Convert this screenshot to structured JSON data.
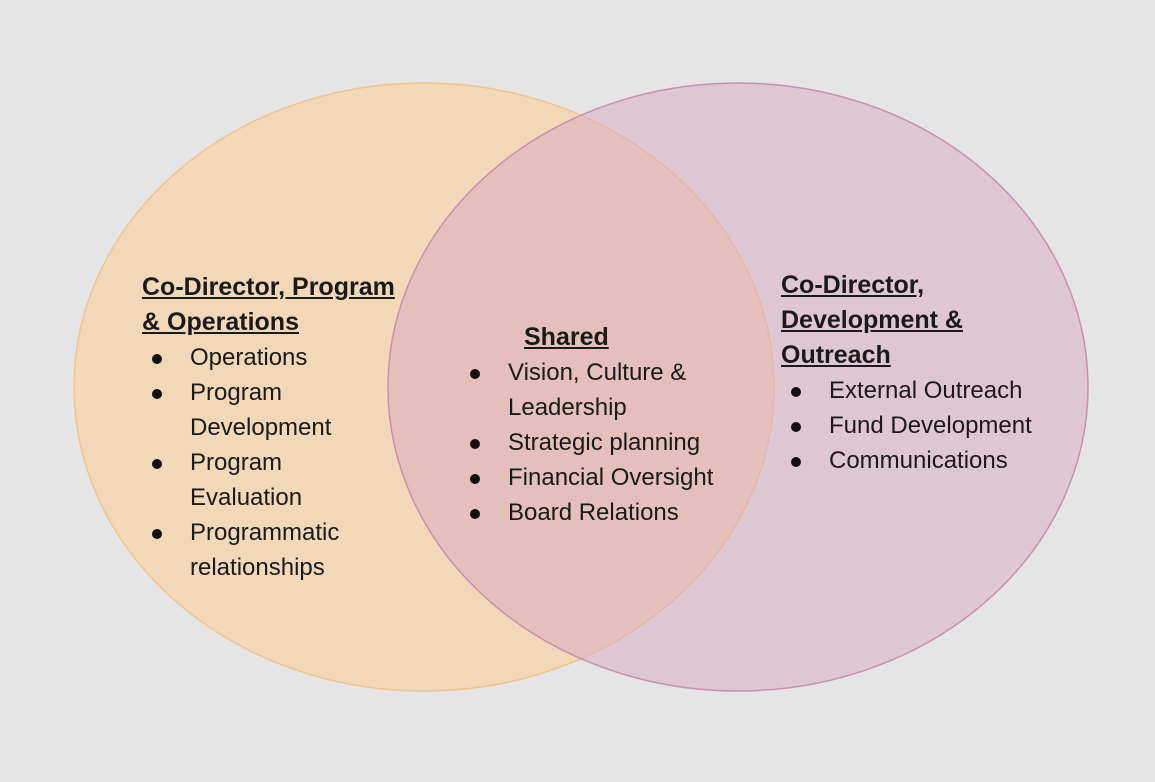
{
  "colors": {
    "background": "#e5e5e5",
    "left_circle_fill": "#f5d2a8",
    "left_circle_stroke": "#f1c48e",
    "right_circle_fill": "#d8a8c0",
    "right_circle_stroke": "#c98faf",
    "text": "#1a1a1a"
  },
  "left": {
    "title": "Co-Director, Program & Operations",
    "items": [
      "Operations",
      "Program Development",
      "Program Evaluation",
      "Programmatic relationships"
    ]
  },
  "center": {
    "title": "Shared",
    "items": [
      "Vision, Culture & Leadership",
      "Strategic planning",
      "Financial Oversight",
      "Board Relations"
    ]
  },
  "right": {
    "title": "Co-Director, Development & Outreach",
    "items": [
      "External Outreach",
      "Fund Development",
      "Communications"
    ]
  }
}
